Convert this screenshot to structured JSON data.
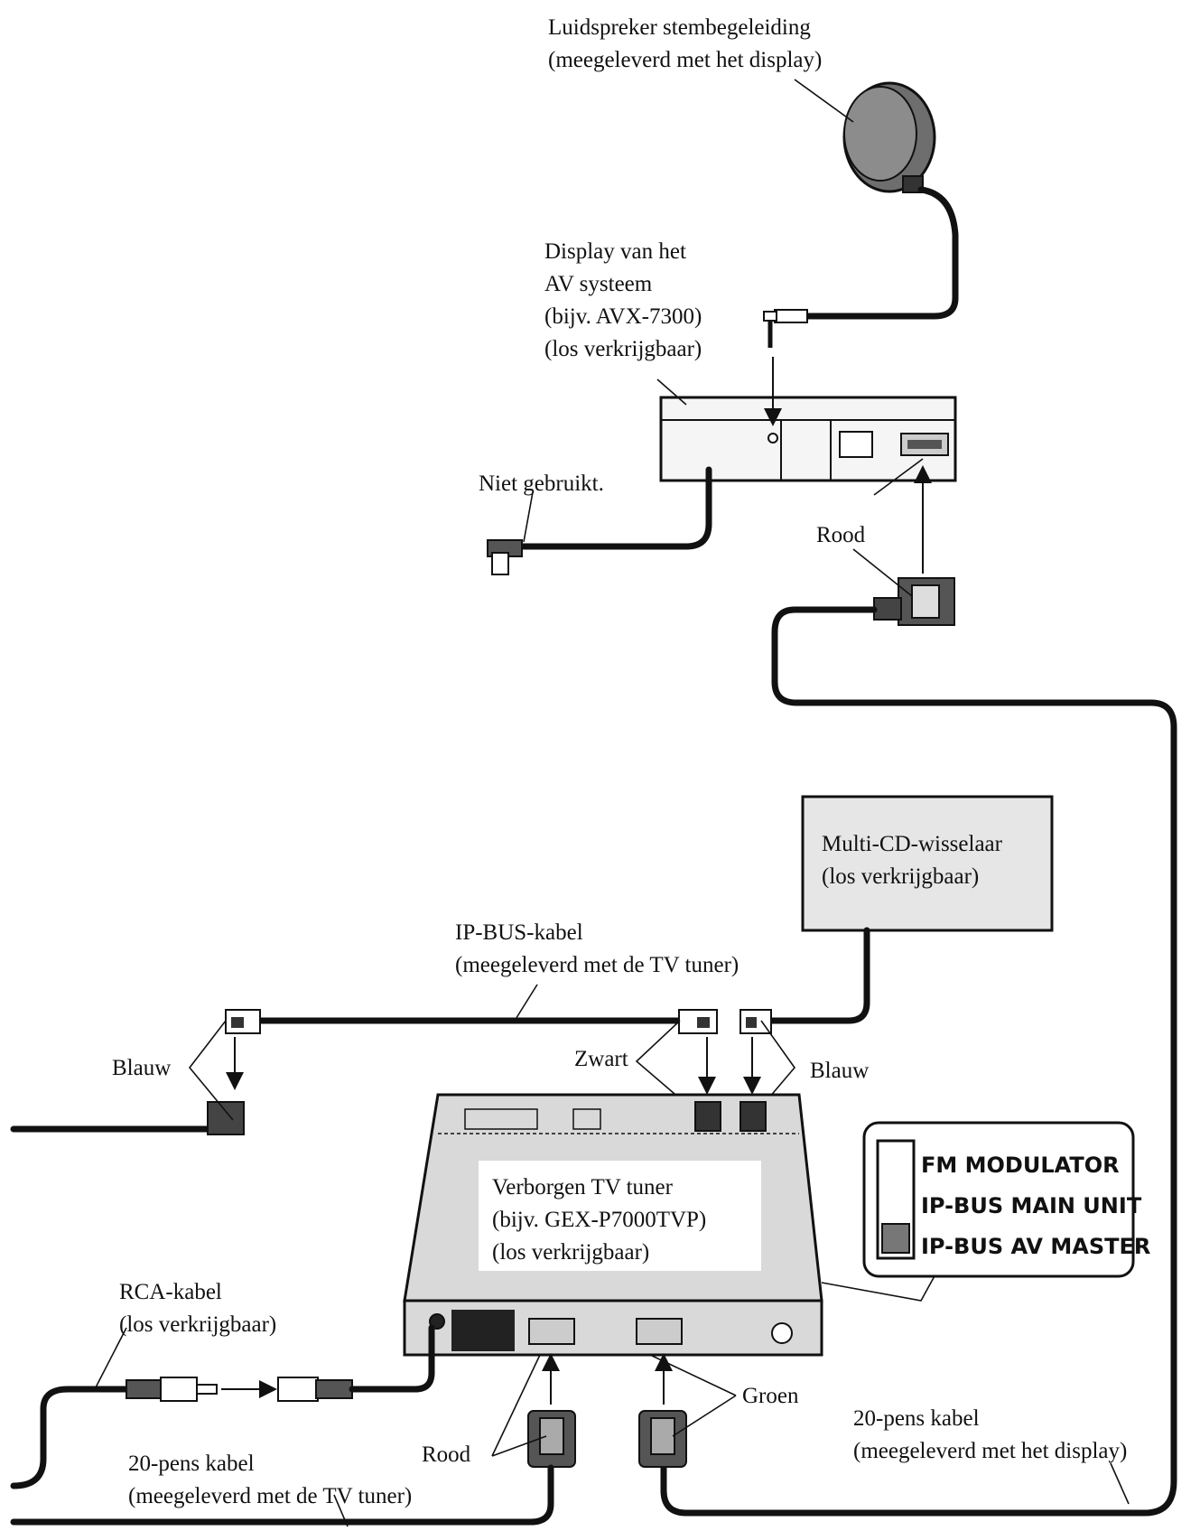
{
  "labels": {
    "speaker_line1": "Luidspreker stembegeleiding",
    "speaker_line2": "(meegeleverd met het display)",
    "display_line1": "Display van het",
    "display_line2": "AV systeem",
    "display_line3": "(bijv. AVX-7300)",
    "display_line4": "(los verkrijgbaar)",
    "not_used": "Niet gebruikt.",
    "red_top": "Rood",
    "cd_line1": "Multi-CD-wisselaar",
    "cd_line2": "(los verkrijgbaar)",
    "ipbus_line1": "IP-BUS-kabel",
    "ipbus_line2": "(meegeleverd met de TV tuner)",
    "blue_left": "Blauw",
    "black": "Zwart",
    "blue_right": "Blauw",
    "tuner_line1": "Verborgen TV tuner",
    "tuner_line2": "(bijv. GEX-P7000TVP)",
    "tuner_line3": "(los verkrijgbaar)",
    "rca_line1": "RCA-kabel",
    "rca_line2": "(los verkrijgbaar)",
    "red_bottom": "Rood",
    "green": "Groen",
    "cable20_tuner_line1": "20-pens kabel",
    "cable20_tuner_line2": "(meegeleverd met de TV tuner)",
    "cable20_display_line1": "20-pens kabel",
    "cable20_display_line2": "(meegeleverd met het display)"
  },
  "switch": {
    "options": [
      "FM MODULATOR",
      "IP-BUS MAIN UNIT",
      "IP-BUS AV MASTER"
    ],
    "selected": "IP-BUS AV MASTER"
  },
  "colors": {
    "line": "#111111",
    "box_fill": "#e6e6e6",
    "device_fill": "#d9d9d9",
    "speaker_fill": "#8c8c8c"
  }
}
